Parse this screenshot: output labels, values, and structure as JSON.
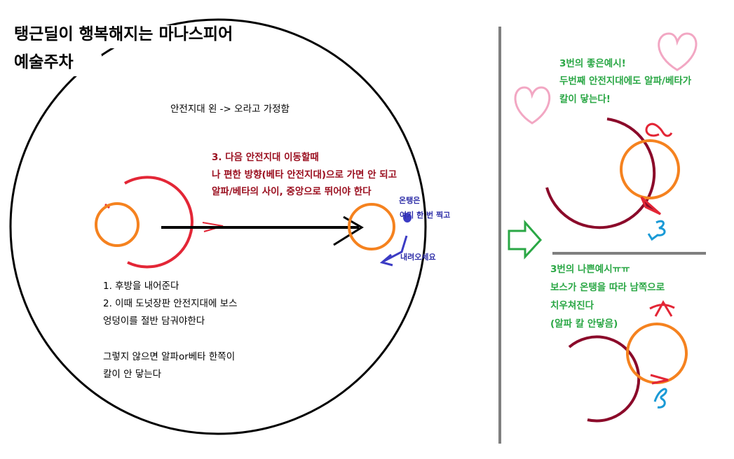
{
  "title": {
    "line1": "탱근딜이 행복해지는 마나스피어",
    "line2": "예술주차"
  },
  "main": {
    "assumption": "안전지대 왼 -> 오라고 가정함",
    "step3": [
      "3. 다음 안전지대 이동할때",
      "나 편한 방향(베타 안전지대)으로 가면 안 되고",
      "알파/베타의 사이, 중앙으로 뛰어야 한다"
    ],
    "stomp": [
      "온탱은",
      "여기 한 번 찍고"
    ],
    "come_down": "내려오세요",
    "steps": [
      "1. 후방을 내어준다",
      "2. 이때 도넛장판 안전지대에 보스",
      "엉덩이를 절반 담궈야한다"
    ],
    "otherwise": [
      "그렇지 않으면 알파or베타 한쪽이",
      "칼이 안 닿는다"
    ]
  },
  "good_example": {
    "lines": [
      "3번의 좋은예시!",
      "두번째 안전지대에도 알파/베타가",
      "칼이 닿는다!"
    ],
    "alpha_symbol": "α",
    "beta_symbol": "β"
  },
  "bad_example": {
    "lines": [
      "3번의 나쁜예시ㅠㅠ",
      "보스가 온탱을 따라 남쪽으로",
      "치우쳐진다",
      "(알파 칼 안닿음)"
    ],
    "alpha_symbol": "α",
    "beta_symbol": "β"
  },
  "colors": {
    "red": "#e32636",
    "orange": "#f5821f",
    "maroon": "#8b0a2a",
    "blue": "#3b3bc4",
    "cyan": "#1a9ad6",
    "green": "#2aa745",
    "pink": "#f2a7c3",
    "gray": "#7f7f7f",
    "black": "#000000"
  }
}
